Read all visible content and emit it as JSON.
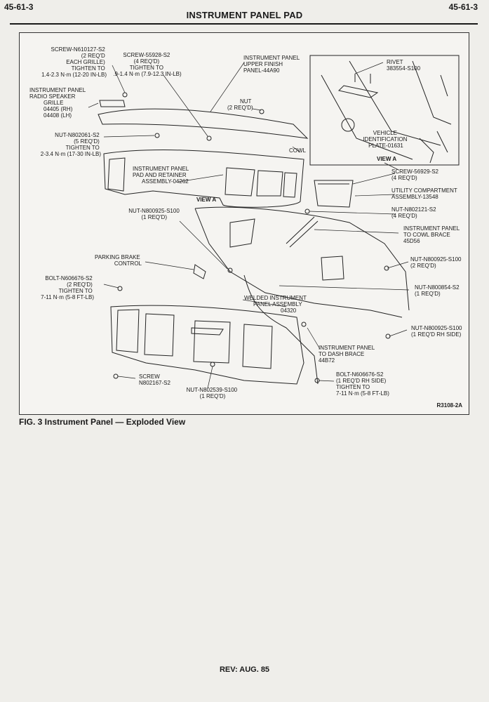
{
  "header": {
    "page_number_left": "45-61-3",
    "title": "INSTRUMENT PANEL PAD",
    "page_number_right": "45-61-3"
  },
  "figure": {
    "labels": {
      "screw_610127": [
        "SCREW-N610127-S2",
        "(2 REQ'D",
        "EACH GRILLE)",
        "TIGHTEN TO",
        "1.4-2.3 N·m (12-20 IN-LB)"
      ],
      "screw_55928": [
        "SCREW-55928-S2",
        "(4 REQ'D)",
        "TIGHTEN TO",
        ".9-1.4 N·m (7.9-12.3 IN-LB)"
      ],
      "upper_finish_panel": [
        "INSTRUMENT PANEL",
        "UPPER FINISH",
        "PANEL-44A90"
      ],
      "radio_grille": [
        "INSTRUMENT PANEL",
        "RADIO SPEAKER",
        "GRILLE",
        "04405 (RH)",
        "04408 (LH)"
      ],
      "nut_2": [
        "NUT",
        "(2 REQ'D)"
      ],
      "nut_802061": [
        "NUT-N802061-S2",
        "(5 REQ'D)",
        "TIGHTEN TO",
        "2-3.4 N·m (17-30 IN-LB)"
      ],
      "cowl": "COWL",
      "pad_retainer": [
        "INSTRUMENT PANEL",
        "PAD AND RETAINER",
        "ASSEMBLY-04262"
      ],
      "view_a_callout": "VIEW A",
      "rivet": [
        "RIVET",
        "383554-S100"
      ],
      "vin_plate": [
        "VEHICLE",
        "IDENTIFICATION",
        "PLATE-01631"
      ],
      "view_a_title": "VIEW A",
      "screw_56929": [
        "SCREW-56929-S2",
        "(4 REQ'D)"
      ],
      "utility_compartment": [
        "UTILITY COMPARTMENT",
        "ASSEMBLY-13548"
      ],
      "nut_802121": [
        "NUT-N802121-S2",
        "(4 REQ'D)"
      ],
      "cowl_brace": [
        "INSTRUMENT PANEL",
        "TO COWL BRACE",
        "45D56"
      ],
      "nut_800925_a": [
        "NUT-N800925-S100",
        "(1 REQ'D)"
      ],
      "parking_brake": [
        "PARKING BRAKE",
        "CONTROL"
      ],
      "nut_800925_b": [
        "NUT-N800925-S100",
        "(2 REQ'D)"
      ],
      "bolt_606676_a": [
        "BOLT-N606676-S2",
        "(2 REQ'D)",
        "TIGHTEN TO",
        "7-11 N·m (5-8 FT-LB)"
      ],
      "nut_800854": [
        "NUT-N800854-S2",
        "(1 REQ'D)"
      ],
      "welded_panel": [
        "WELDED INSTRUMENT",
        "PANEL ASSEMBLY",
        "04320"
      ],
      "nut_800925_c": [
        "NUT-N800925-S100",
        "(1 REQ'D RH SIDE)"
      ],
      "dash_brace": [
        "INSTRUMENT PANEL",
        "TO DASH BRACE",
        "44B72"
      ],
      "bolt_606676_b": [
        "BOLT-N606676-S2",
        "(1 REQ'D RH SIDE)",
        "TIGHTEN TO",
        "7-11 N·m (5-8 FT-LB)"
      ],
      "screw_802167": [
        "SCREW",
        "N802167-S2"
      ],
      "nut_802539": [
        "NUT-N802539-S100",
        "(1 REQ'D)"
      ],
      "ref_code": "R3108-2A"
    }
  },
  "caption": "FIG. 3 Instrument Panel — Exploded View",
  "footer": {
    "revision": "REV: AUG. 85"
  }
}
